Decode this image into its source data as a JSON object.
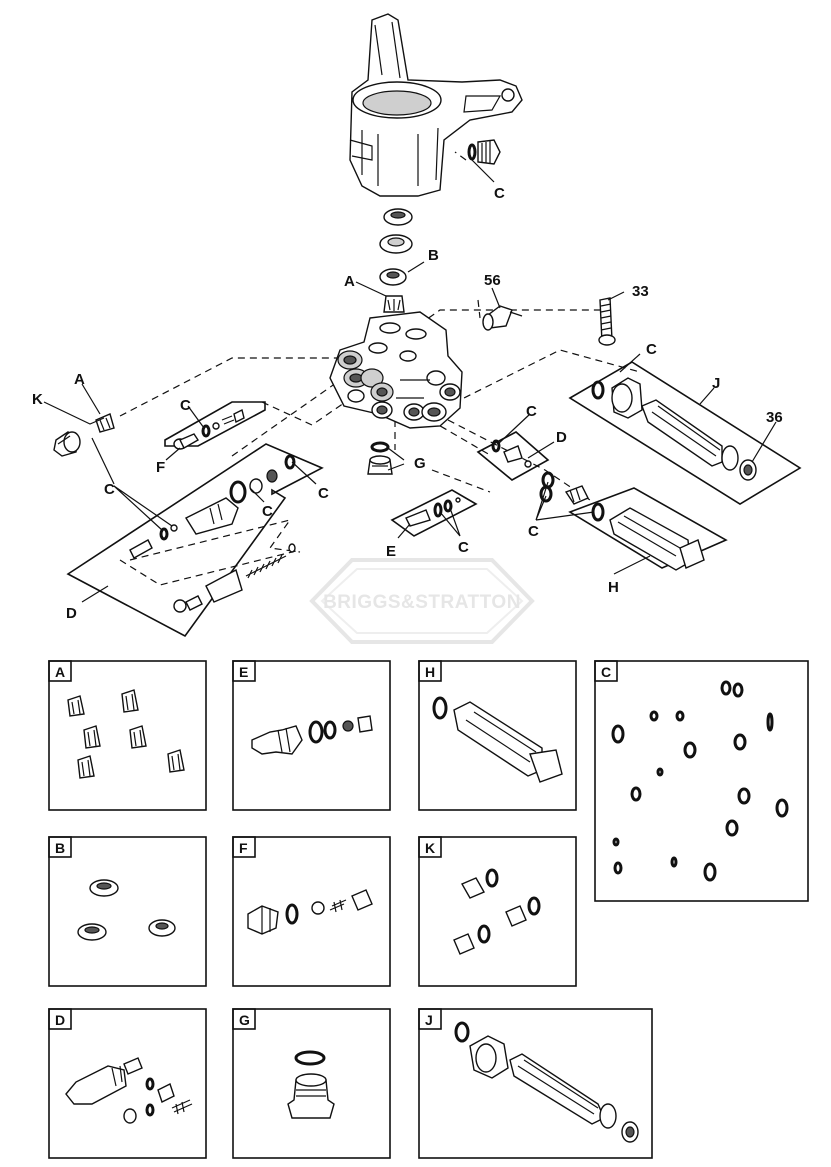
{
  "callouts": {
    "c_top": "C",
    "b": "B",
    "a_top": "A",
    "n56": "56",
    "n33": "33",
    "c_right_top": "C",
    "j": "J",
    "n36": "36",
    "k": "K",
    "a_left": "A",
    "c_left_small": "C",
    "f": "F",
    "c_left": "C",
    "c_d1": "C",
    "c_d2": "C",
    "d_left": "D",
    "g": "G",
    "c_mid": "C",
    "d_mid": "D",
    "c_h": "C",
    "h": "H",
    "e": "E",
    "c_e": "C"
  },
  "watermark": "BRIGGS&STRATTON",
  "kits": [
    "A",
    "E",
    "H",
    "C",
    "B",
    "F",
    "K",
    "D",
    "G",
    "J"
  ]
}
